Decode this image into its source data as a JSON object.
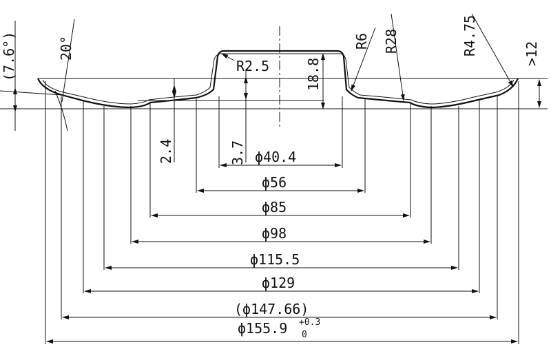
{
  "labels": {
    "angle_ref": "(7.6°)",
    "angle_20": "20°",
    "r2_5": "R2.5",
    "h18_8": "18.8",
    "r6": "R6",
    "r28": "R28",
    "r4_75": "R4.75",
    "gt12": ">12",
    "h2_4": "2.4",
    "h3_7": "3.7",
    "d40_4": "ϕ40.4",
    "d56": "ϕ56",
    "d85": "ϕ85",
    "d98": "ϕ98",
    "d115_5": "ϕ115.5",
    "d129": "ϕ129",
    "d147_66": "(ϕ147.66)",
    "d155_9": "ϕ155.9",
    "tol_upper": "+0.3",
    "tol_lower": "0"
  }
}
